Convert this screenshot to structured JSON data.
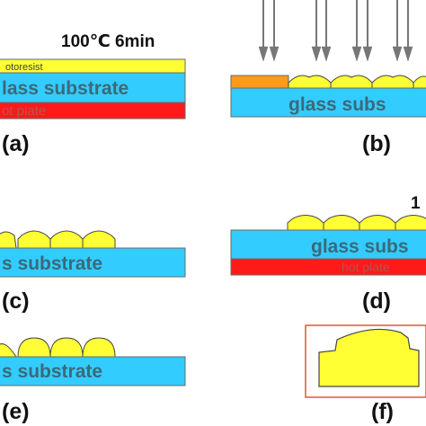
{
  "colors": {
    "glass": "#33ccff",
    "photoresist": "#ffff33",
    "hot_plate": "#ff1a1a",
    "exposed": "#ff9a1a",
    "glass_text": "#3a6a7a",
    "plate_text": "#b85050",
    "outline": "#6a6a6a",
    "arrow": "#777777",
    "frame": "#d75a3a"
  },
  "panels": {
    "a": {
      "label": "(a)",
      "condition": "100℃ 6min",
      "photoresist_text": "otoresist",
      "substrate_text": "lass substrate",
      "plate_text": "ot plate"
    },
    "b": {
      "label": "(b)",
      "substrate_text": "glass subs"
    },
    "c": {
      "label": "(c)",
      "substrate_text": "s substrate"
    },
    "d": {
      "label": "(d)",
      "condition": "1",
      "substrate_text": "glass subs",
      "plate_text": "hot plate"
    },
    "e": {
      "label": "(e)",
      "substrate_text": "s substrate"
    },
    "f": {
      "label": "(f)"
    }
  }
}
